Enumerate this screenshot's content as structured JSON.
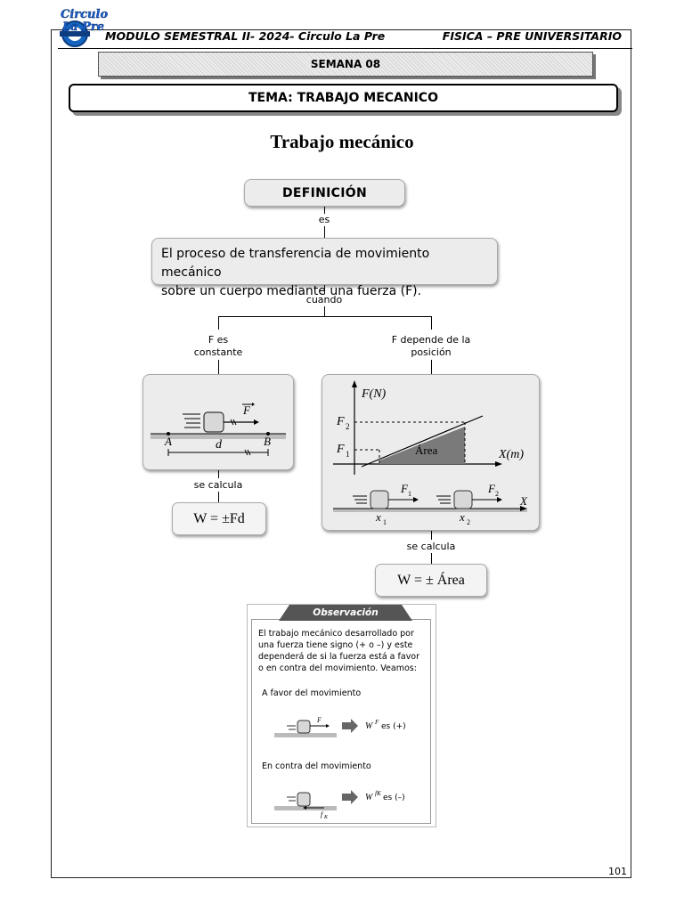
{
  "header": {
    "left": "MODULO SEMESTRAL II- 2024- Circulo La Pre",
    "right": "FISICA – PRE UNIVERSITARIO",
    "logo_line1": "Circulo",
    "logo_line2": "La Pre"
  },
  "semana": "SEMANA 08",
  "tema": "TEMA: TRABAJO MECANICO",
  "title": "Trabajo mecánico",
  "diagram": {
    "definicion": "DEFINICIÓN",
    "es": "es",
    "proceso_line1": "El proceso de transferencia de movimiento mecánico",
    "proceso_line2": "sobre un cuerpo mediante una fuerza (F).",
    "cuando": "cuando",
    "left_branch_l1": "F es",
    "left_branch_l2": "constante",
    "right_branch_l1": "F depende de la",
    "right_branch_l2": "posición",
    "se_calcula": "se calcula",
    "left_fig": {
      "A": "A",
      "B": "B",
      "d": "d",
      "F": "F"
    },
    "right_fig": {
      "yaxis": "F(N)",
      "xaxis": "X(m)",
      "F2": "F",
      "F1": "F",
      "area": "Área",
      "x1": "x",
      "x2": "x",
      "X": "X"
    },
    "formula_left": "W = ±Fd",
    "formula_right": "W = ± Área"
  },
  "observacion": {
    "tab": "Observación",
    "text": "El trabajo mecánico desarrollado por una fuerza tiene signo (+ o –) y este dependerá de si la fuerza está a favor o en contra del movimiento. Veamos:",
    "favor": "A favor del movimiento",
    "favor_result": "es (+)",
    "contra": "En contra del movimiento",
    "contra_result": "es (–)"
  },
  "page_number": "101"
}
